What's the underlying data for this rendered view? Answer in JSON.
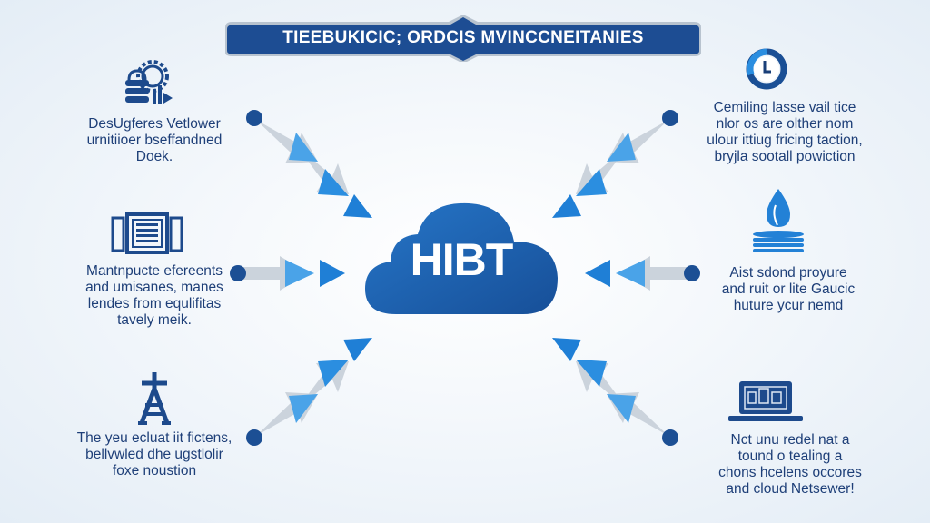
{
  "banner": {
    "title": "TIEEBUKICIC; ORDCIS MVINCCNEITANIES"
  },
  "center": {
    "label": "HIBT",
    "icon": "cloud-icon"
  },
  "colors": {
    "primary_dark": "#1b4a8f",
    "primary": "#1f64b4",
    "arrow_blue": "#2b8ee0",
    "arrow_grey": "#c9d1da",
    "dot": "#1c4f94",
    "background": "#eef3f9"
  },
  "nodes": [
    {
      "position": "top-left",
      "icon": "database-gear-icon",
      "lines": [
        "DesUgferes Vetlower",
        "urnitiioer bseffandned",
        "Doek."
      ]
    },
    {
      "position": "middle-left",
      "icon": "document-panel-icon",
      "lines": [
        "Mantnpucte efereents",
        "and umisanes, manes",
        "lendes from equlifitas",
        "tavely meik."
      ]
    },
    {
      "position": "bottom-left",
      "icon": "tower-icon",
      "lines": [
        "The yeu ecluat iit fictens,",
        "bellvwled dhe ugstlolir",
        "foxe noustion"
      ]
    },
    {
      "position": "top-right",
      "icon": "clock-icon",
      "lines": [
        "Cemiling lasse vail tice",
        "nlor os are olther nom",
        "ulour ittiug fricing taction,",
        "bryjla sootall powiction"
      ]
    },
    {
      "position": "middle-right",
      "icon": "water-drop-stack-icon",
      "lines": [
        "Aist sdond proyure",
        "and ruit or lite Gaucic",
        "huture ycur nemd"
      ]
    },
    {
      "position": "bottom-right",
      "icon": "laptop-icon",
      "lines": [
        "Nct unu redel nat a",
        "tound o tealing a",
        "chons hcelens occores",
        "and cloud Netsewer!"
      ]
    }
  ]
}
